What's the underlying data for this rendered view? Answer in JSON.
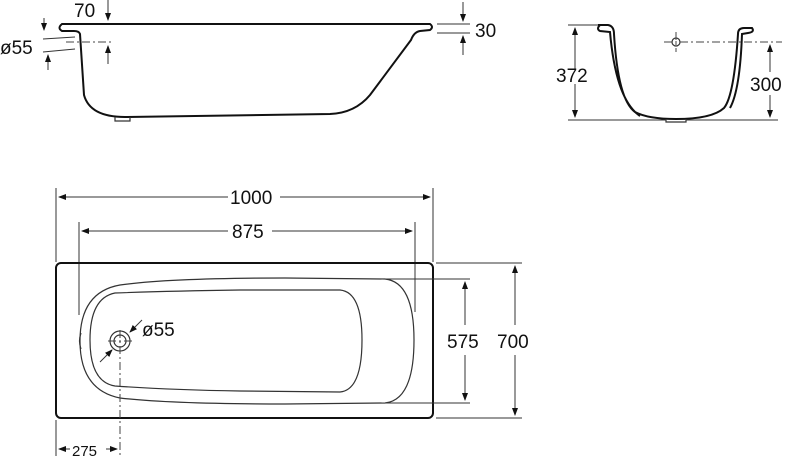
{
  "side_view": {
    "rim_offset": "70",
    "overflow_diameter": "ø55",
    "rim_height": "30"
  },
  "end_view": {
    "total_height": "372",
    "overflow_height": "300"
  },
  "top_view": {
    "overall_length": "1000",
    "inner_length": "875",
    "drain_diameter": "ø55",
    "inner_width": "575",
    "overall_width": "700",
    "drain_offset": "275"
  },
  "colors": {
    "line": "#111111",
    "background": "#ffffff"
  }
}
